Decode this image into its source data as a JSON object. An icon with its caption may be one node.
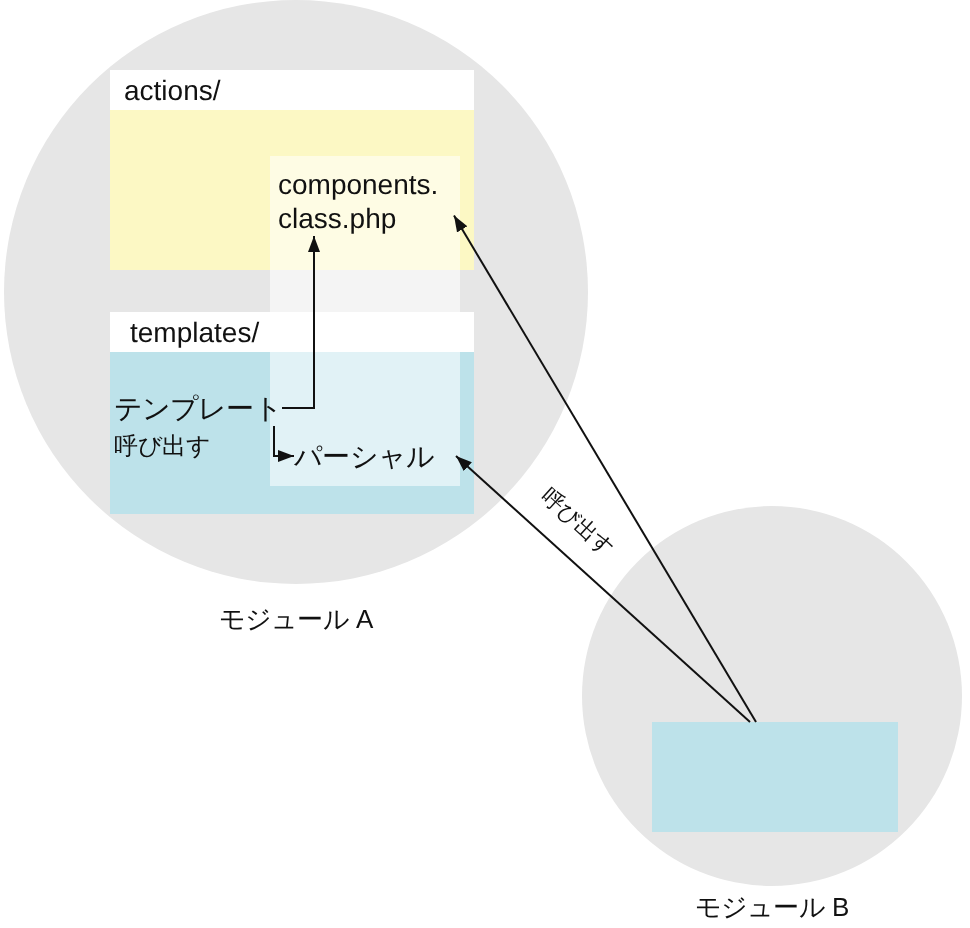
{
  "diagram": {
    "nodes": [
      {
        "text": [
          "モジュール A"
        ]
      },
      {
        "text": [
          "actions/"
        ],
        "in": 0
      },
      {
        "text": [
          "components. class.php"
        ],
        "in": 1
      },
      {
        "text": [
          "templates/"
        ],
        "in": 0
      },
      {
        "text": [
          "テンプレート"
        ],
        "in": 3
      },
      {
        "text": [
          "パーシャル"
        ],
        "in": 3
      },
      {
        "text": [
          "モジュール B"
        ]
      },
      {
        "text": [],
        "shape": "box",
        "in": 6
      }
    ],
    "edges": [
      {
        "from": 4,
        "to": 2,
        "arrow": "to"
      },
      {
        "from": 4,
        "to": 5,
        "arrow": "to"
      },
      {
        "from": 7,
        "to": 2,
        "arrow": "to"
      },
      {
        "from": 7,
        "to": 5,
        "arrow": "to",
        "label": "呼び出す"
      }
    ],
    "labels": [
      "呼び出す"
    ]
  }
}
